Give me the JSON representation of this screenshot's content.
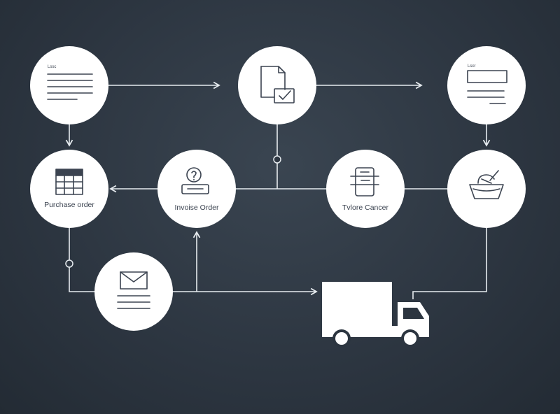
{
  "nodes": {
    "doc_list": {
      "label": "Lssc"
    },
    "doc_check": {
      "label": ""
    },
    "form": {
      "label": "Lscr"
    },
    "purchase_order": {
      "label": "Purchase order"
    },
    "invoice_order": {
      "label": "Invoise Order"
    },
    "tracking": {
      "label": "Tvlore Cancer"
    },
    "basket": {
      "label": ""
    },
    "mail": {
      "label": ""
    }
  },
  "icons": {
    "doc_list": "document-list-icon",
    "doc_check": "document-check-icon",
    "form": "form-icon",
    "purchase_order": "spreadsheet-icon",
    "invoice_order": "register-icon",
    "tracking": "phone-icon",
    "basket": "basket-icon",
    "mail": "envelope-icon",
    "truck": "truck-icon"
  },
  "colors": {
    "background": "#2c3540",
    "node": "#ffffff",
    "connector": "#e6ebef",
    "icon": "#3b4350"
  }
}
